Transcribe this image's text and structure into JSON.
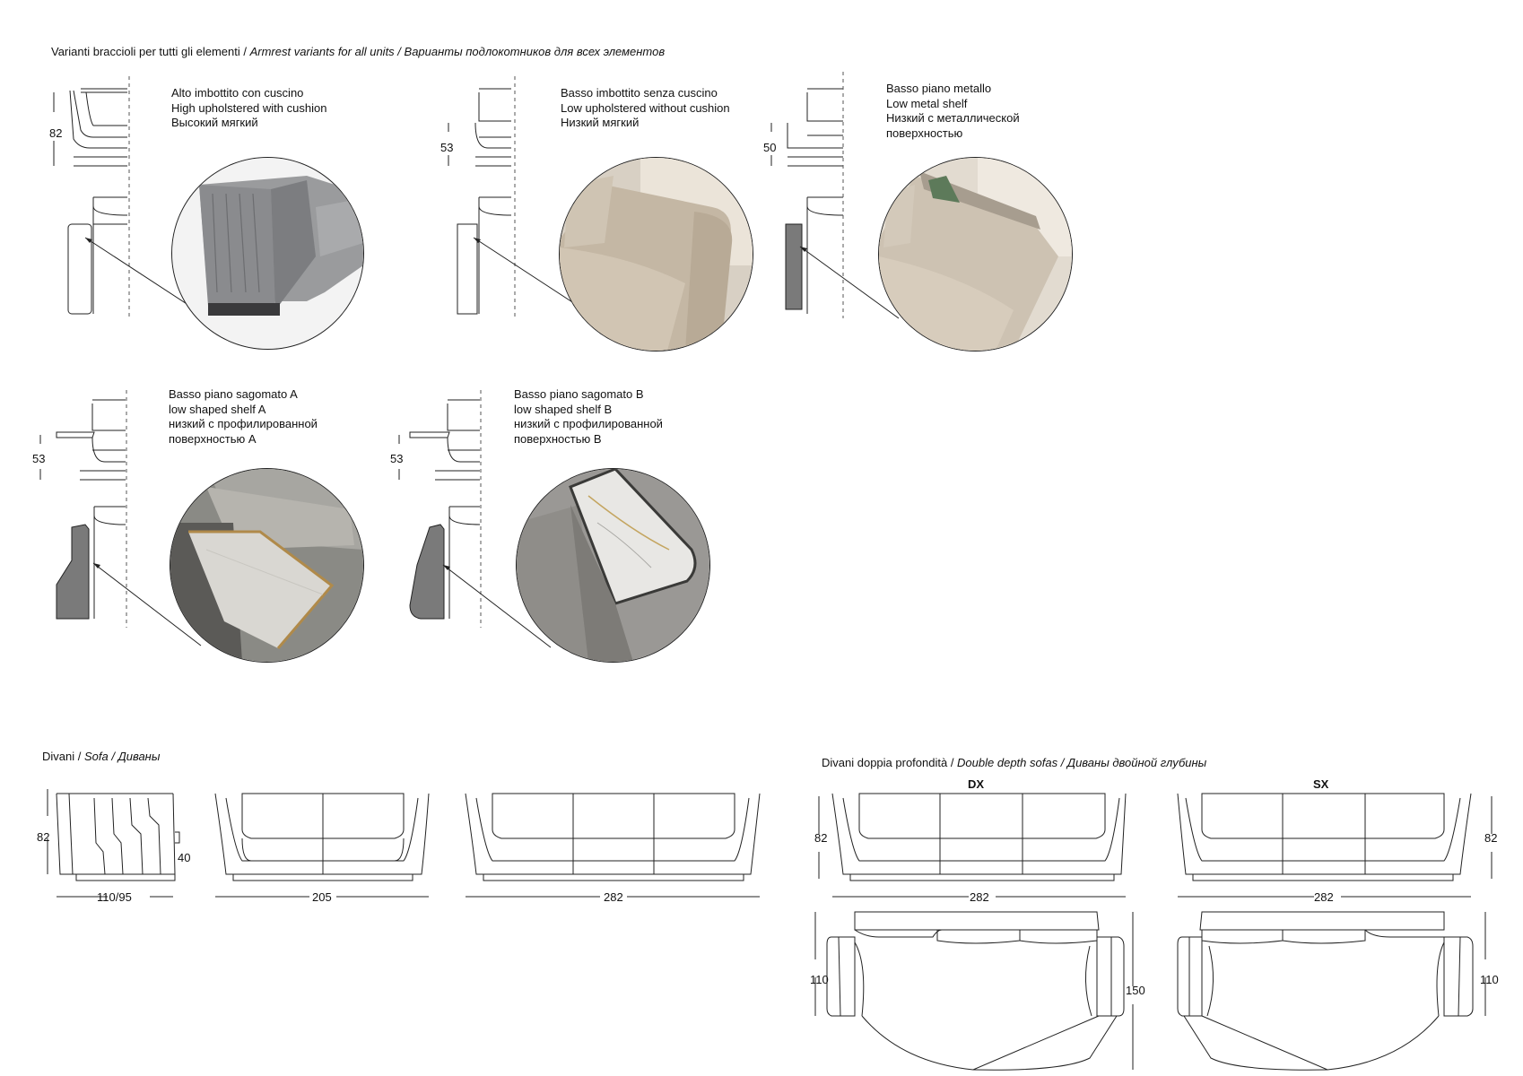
{
  "armrest_header": {
    "it": "Varianti braccioli per tutti gli elementi / ",
    "en": "Armrest variants for all units",
    "sep": " / ",
    "ru": "Варианты подлокотников для всех элементов"
  },
  "variants": [
    {
      "lines": [
        "Alto imbottito con cuscino",
        "High upholstered with cushion",
        "Высокий мягкий"
      ],
      "height": "82"
    },
    {
      "lines": [
        "Basso imbottito senza cuscino",
        "Low upholstered without cushion",
        "Низкий мягкий"
      ],
      "height": "53"
    },
    {
      "lines": [
        "Basso piano metallo",
        "Low metal shelf",
        "Низкий с металлической",
        "поверхностью"
      ],
      "height": "50"
    },
    {
      "lines": [
        "Basso piano sagomato A",
        "low shaped shelf A",
        "низкий с профилированной",
        "поверхностью A"
      ],
      "height": "53"
    },
    {
      "lines": [
        "Basso piano sagomato B",
        "low shaped shelf B",
        "низкий с профилированной",
        "поверхностью B"
      ],
      "height": "53"
    }
  ],
  "sofa_header": {
    "it": "Divani / ",
    "en": "Sofa",
    "sep": " / ",
    "ru": "Диваны"
  },
  "sofa_dims": {
    "side_height": "82",
    "seat_height": "40",
    "depth": "110/95",
    "width_2": "205",
    "width_3": "282"
  },
  "double_header": {
    "it": "Divani doppia profondità / ",
    "en": "Double depth sofas",
    "sep": " / ",
    "ru": "Диваны двойной глубины"
  },
  "double_dims": {
    "label_dx": "DX",
    "label_sx": "SX",
    "height_left": "82",
    "height_right": "82",
    "width_left": "282",
    "width_right": "282",
    "depth_left": "110",
    "depth_right": "110",
    "depth_total": "150"
  },
  "colors": {
    "line": "#222222",
    "shelf_fill": "#7a7a7a",
    "photo_gray": "#8d8e90",
    "photo_beige": "#c9bdab"
  }
}
